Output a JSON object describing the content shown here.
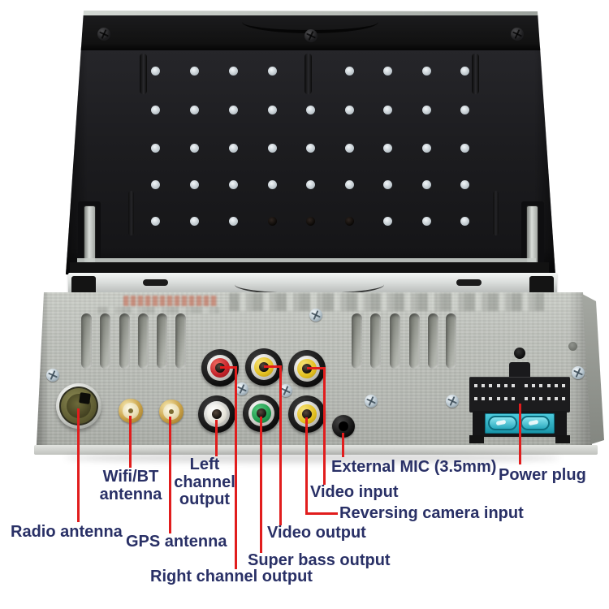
{
  "device": {
    "view": "Car stereo head unit rear panel with flip-up screen raised"
  },
  "connectors": [
    {
      "name": "radio-antenna-socket",
      "label": "Radio antenna",
      "jack_color": "olive"
    },
    {
      "name": "wifi-bt-antenna-connector",
      "label": "Wifi/BT antenna",
      "jack_color": "gold"
    },
    {
      "name": "gps-antenna-connector",
      "label": "GPS antenna",
      "jack_color": "gold"
    },
    {
      "name": "rca-left-channel-output",
      "label": "Left channel output",
      "jack_color": "white"
    },
    {
      "name": "rca-right-channel-output",
      "label": "Right channel output",
      "jack_color": "red"
    },
    {
      "name": "rca-super-bass-output",
      "label": "Super bass output",
      "jack_color": "green"
    },
    {
      "name": "rca-video-output",
      "label": "Video output",
      "jack_color": "yellow"
    },
    {
      "name": "rca-video-input",
      "label": "Video input",
      "jack_color": "yellow"
    },
    {
      "name": "rca-reversing-camera-input",
      "label": "Reversing camera input",
      "jack_color": "yellow"
    },
    {
      "name": "external-mic-jack",
      "label": "External MIC (3.5mm)",
      "jack_color": "black"
    },
    {
      "name": "power-plug",
      "label": "Power plug",
      "jack_color": "black"
    }
  ],
  "colors": {
    "label_text": "#293066",
    "leader_line": "#e11d1d",
    "rca_red": "#c2232a",
    "rca_yellow": "#e2bf1f",
    "rca_white": "#e8e6dc",
    "rca_green": "#1f9c4d",
    "antenna_gold": "#c9a146",
    "fuse_teal": "#29aabe",
    "chassis_silver": "#bcbfb9",
    "flip_panel_black": "#1c1c1f"
  }
}
